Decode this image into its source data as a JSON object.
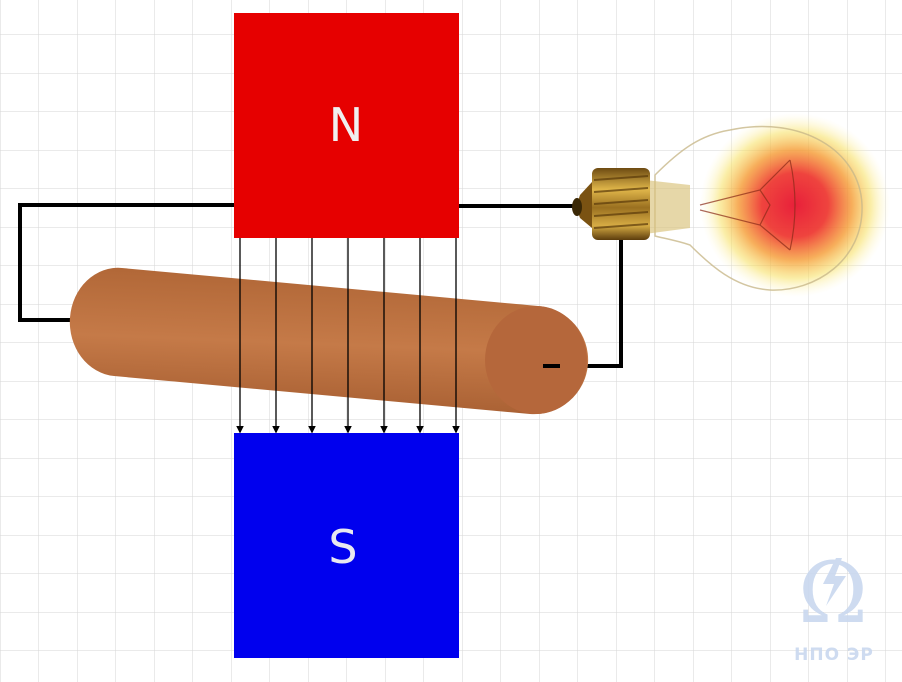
{
  "magnet": {
    "north": {
      "label": "N",
      "color": "#e60000"
    },
    "south": {
      "label": "S",
      "color": "#0000ee"
    }
  },
  "field_lines": {
    "count": 7,
    "color": "#000000",
    "direction": "north-to-south"
  },
  "conductor": {
    "color": "#b86a3c",
    "end_color": "#b5673b"
  },
  "circuit": {
    "wire_color": "#000000"
  },
  "lamp": {
    "state": "lit",
    "glow_color": "#e8203a",
    "base_color": "#b58a2a"
  },
  "watermark": {
    "symbol": "Ω",
    "text": "НПО ЭР",
    "color": "#c9d8ef"
  },
  "background": {
    "grid_color": "#d6d6d6"
  }
}
